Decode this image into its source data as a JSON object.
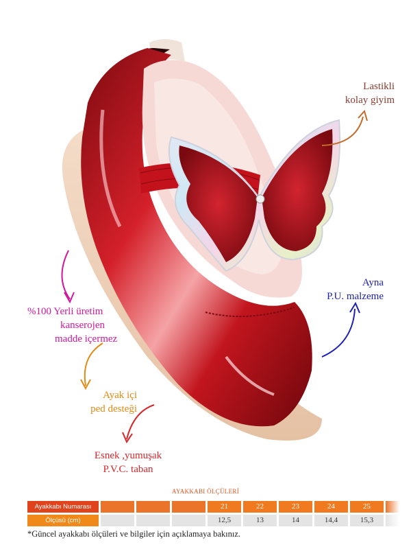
{
  "callouts": {
    "elastic": [
      "Lastikli",
      "kolay giyim"
    ],
    "mirror": [
      "Ayna",
      "P.U. malzeme"
    ],
    "local": [
      "%100 Yerli üretim",
      "kanserojen",
      "madde içermez"
    ],
    "pad": [
      "Ayak içi",
      "ped desteği"
    ],
    "sole": [
      "Esnek ,yumuşak",
      "P.V.C. taban"
    ]
  },
  "colors": {
    "elastic": "#8a3a2e",
    "mirror": "#1b1fb8",
    "local": "#d2179c",
    "pad": "#e28a14",
    "sole": "#d8262a",
    "shoe_red": "#b5121b",
    "butterfly": "#a8141c"
  },
  "size_chart": {
    "title": "AYAKKABI ÖLÇÜLERİ",
    "row_labels": [
      "Ayakkabı Numarası",
      "Ölçüsü (cm)"
    ],
    "sizes": [
      "21",
      "22",
      "23",
      "24",
      "25"
    ],
    "lengths_cm": [
      "12,5",
      "13",
      "14",
      "14,4",
      "15,3"
    ]
  },
  "footnote": "*Güncel ayakkabı ölçüleri ve bilgiler için açıklamaya bakınız."
}
